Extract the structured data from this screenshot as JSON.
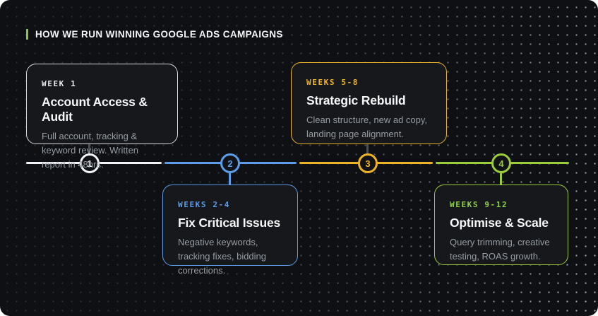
{
  "title": {
    "text": "HOW WE RUN WINNING GOOGLE ADS CAMPAIGNS"
  },
  "colors": {
    "background": "#0e1013",
    "card_background": "#16181b",
    "accent_green": "#8dc73f",
    "step1_white": "#f2f3f4",
    "step2_blue": "#5d9ce8",
    "step3_yellow": "#edb328",
    "step4_green": "#9ccc3c",
    "body_text_gray": "#979da4",
    "connector_gray": "#4b5055"
  },
  "steps": [
    {
      "number": "1",
      "week": "WEEK 1",
      "heading": "Account Access & Audit",
      "body": "Full account, tracking & keyword review. Written report in 48hrs.",
      "color": "#f2f3f4",
      "card_position": "above-timeline"
    },
    {
      "number": "2",
      "week": "WEEKS 2-4",
      "heading": "Fix Critical Issues",
      "body": "Negative keywords, tracking fixes, bidding corrections.",
      "color": "#5d9ce8",
      "card_position": "below-timeline"
    },
    {
      "number": "3",
      "week": "WEEKS 5-8",
      "heading": "Strategic Rebuild",
      "body": "Clean structure, new ad copy, landing page alignment.",
      "color": "#edb328",
      "card_position": "above-timeline"
    },
    {
      "number": "4",
      "week": "WEEKS 9-12",
      "heading": "Optimise & Scale",
      "body": "Query trimming, creative testing, ROAS growth.",
      "color": "#9ccc3c",
      "card_position": "below-timeline"
    }
  ]
}
